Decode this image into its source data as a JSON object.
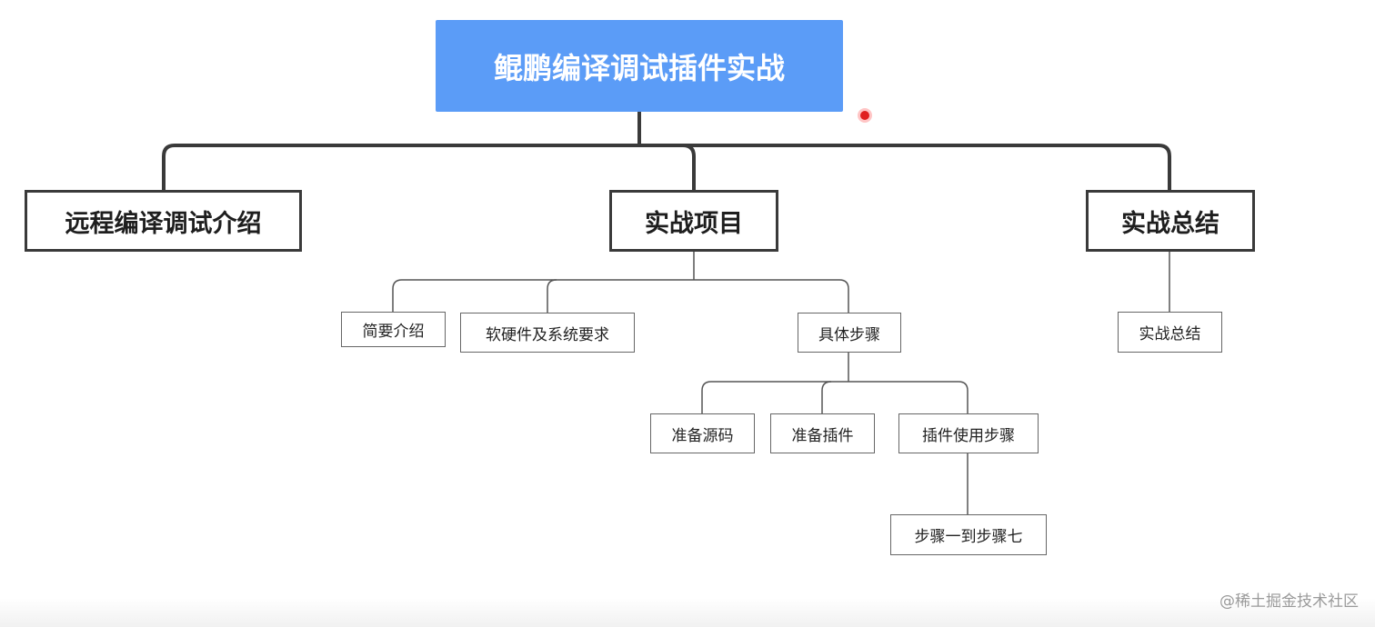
{
  "diagram": {
    "root": "鲲鹏编译调试插件实战",
    "level1": [
      "远程编译调试介绍",
      "实战项目",
      "实战总结"
    ],
    "project_children": [
      "简要介绍",
      "软硬件及系统要求",
      "具体步骤"
    ],
    "steps_children": [
      "准备源码",
      "准备插件",
      "插件使用步骤"
    ],
    "plugin_steps_child": "步骤一到步骤七",
    "summary_child": "实战总结"
  },
  "colors": {
    "root_fill": "#5b9cf7",
    "connector": "#3a3a3a",
    "cursor": "#e02020"
  },
  "watermark": "@稀土掘金技术社区"
}
